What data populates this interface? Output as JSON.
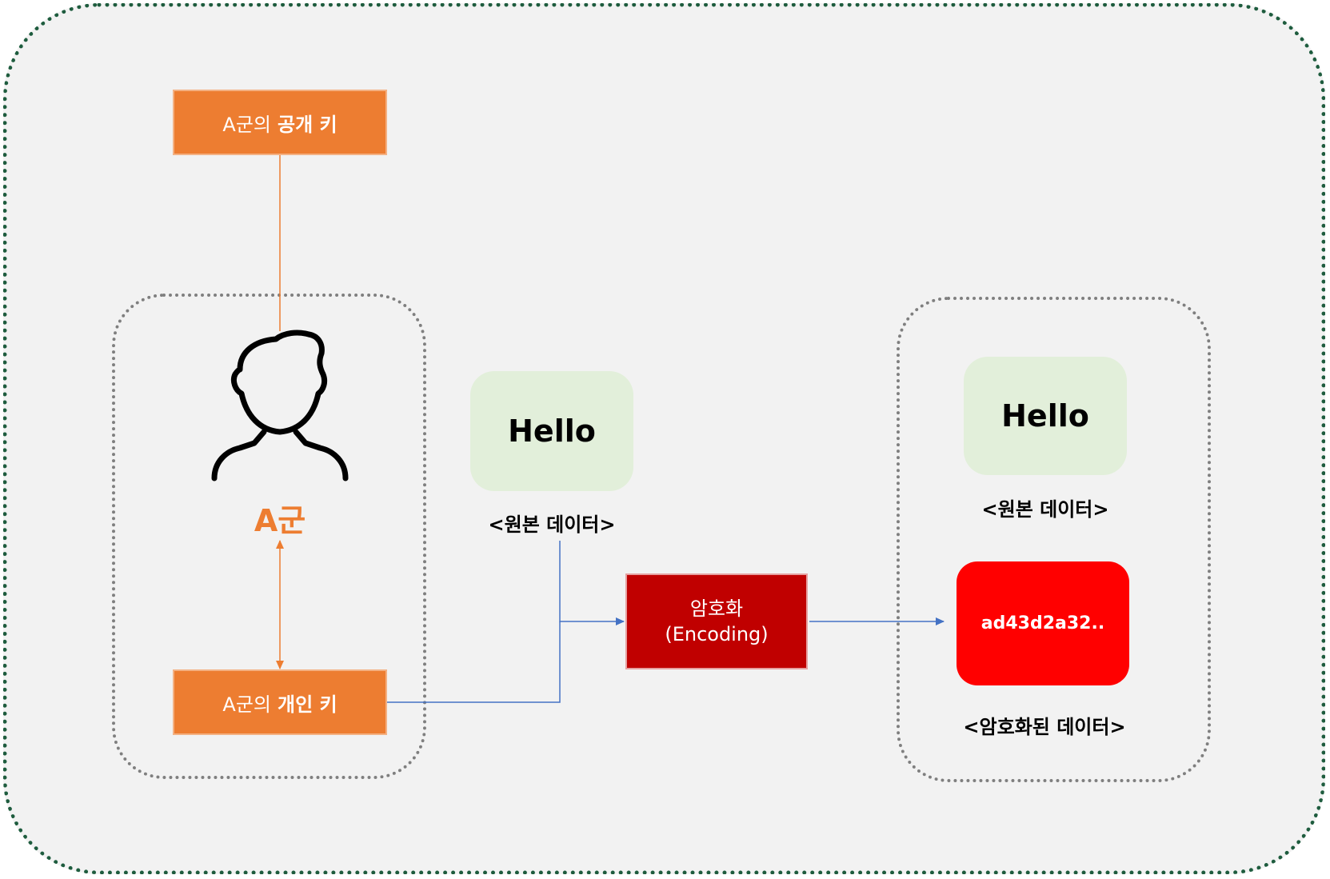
{
  "sender": {
    "name": "A군",
    "public_key": {
      "prefix": "A군의",
      "emphasis": "공개 키"
    },
    "private_key": {
      "prefix": "A군의",
      "emphasis": "개인 키"
    }
  },
  "original": {
    "text": "Hello",
    "caption": "<원본 데이터>"
  },
  "encryption": {
    "line1": "암호화",
    "line2": "(Encoding)"
  },
  "result": {
    "original_text": "Hello",
    "original_caption": "<원본 데이터>",
    "cipher_text": "ad43d2a32..",
    "cipher_caption": "<암호화된 데이터>"
  },
  "colors": {
    "frame": "#1e5c3e",
    "key_box": "#ed7d31",
    "encrypt_box": "#c00000",
    "cipher_box": "#ff0000",
    "data_box": "#e2efda",
    "arrow": "#4472c4"
  },
  "icons": [
    "person-outline-icon"
  ]
}
